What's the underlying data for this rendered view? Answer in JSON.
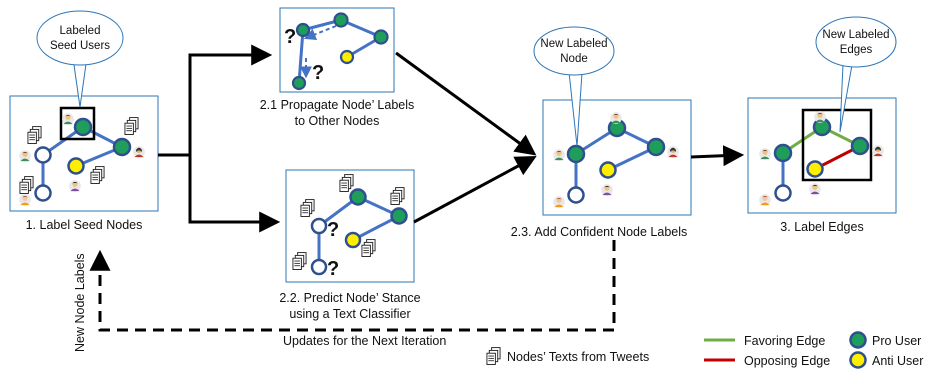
{
  "bubbles": {
    "seed": [
      "Labeled",
      "Seed Users"
    ],
    "node": [
      "New Labeled",
      "Node"
    ],
    "edges": [
      "New Labeled",
      "Edges"
    ]
  },
  "steps": {
    "s1": "1. Label Seed Nodes",
    "s21": [
      "2.1 Propagate Node’ Labels",
      "to Other Nodes"
    ],
    "s22": [
      "2.2. Predict Node’ Stance",
      "using a Text Classifier"
    ],
    "s23": "2.3. Add Confident Node Labels",
    "s3": "3. Label Edges"
  },
  "feedback": {
    "vertical_label": "New Node Labels",
    "horizontal_label": "Updates for the Next Iteration"
  },
  "question_mark": "?",
  "legend": {
    "texts_label": "Nodes’ Texts from Tweets",
    "favoring_edge": "Favoring Edge",
    "opposing_edge": "Opposing Edge",
    "pro_user": "Pro User",
    "anti_user": "Anti User"
  },
  "colors": {
    "pro_fill": "#1e9e5a",
    "anti_fill": "#ffee00",
    "node_stroke": "#2f4f8f",
    "edge_blue": "#4472c4",
    "favoring": "#70ad47",
    "opposing": "#c00000",
    "panel_stroke": "#2e75b6"
  }
}
